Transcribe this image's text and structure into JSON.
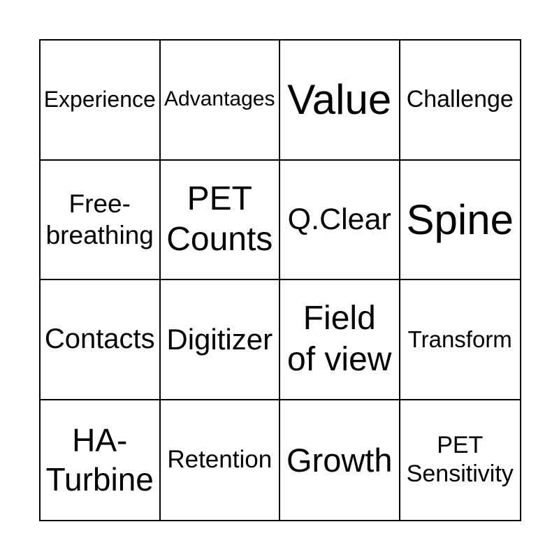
{
  "page": {
    "background_color": "#ffffff",
    "text_color": "#000000",
    "grid_border_color": "#000000"
  },
  "grid": {
    "rows": [
      {
        "cells": [
          {
            "label": "Experience",
            "lines": [
              "Experience"
            ]
          },
          {
            "label": "Advantages",
            "lines": [
              "Advantages"
            ]
          },
          {
            "label": "Value",
            "lines": [
              "Value"
            ]
          },
          {
            "label": "Challenge",
            "lines": [
              "Challenge"
            ]
          }
        ]
      },
      {
        "cells": [
          {
            "label": "Free-breathing",
            "lines": [
              "Free-",
              "breathing"
            ]
          },
          {
            "label": "PET Counts",
            "lines": [
              "PET",
              "Counts"
            ]
          },
          {
            "label": "Q.Clear",
            "lines": [
              "Q.Clear"
            ]
          },
          {
            "label": "Spine",
            "lines": [
              "Spine"
            ]
          }
        ]
      },
      {
        "cells": [
          {
            "label": "Contacts",
            "lines": [
              "Contacts"
            ]
          },
          {
            "label": "Digitizer",
            "lines": [
              "Digitizer"
            ]
          },
          {
            "label": "Field of view",
            "lines": [
              "Field",
              "of view"
            ]
          },
          {
            "label": "Transform",
            "lines": [
              "Transform"
            ]
          }
        ]
      },
      {
        "cells": [
          {
            "label": "HA-Turbine",
            "lines": [
              "HA-",
              "Turbine"
            ]
          },
          {
            "label": "Retention",
            "lines": [
              "Retention"
            ]
          },
          {
            "label": "Growth",
            "lines": [
              "Growth"
            ]
          },
          {
            "label": "PET Sensitivity",
            "lines": [
              "PET",
              "Sensitivity"
            ]
          }
        ]
      }
    ]
  }
}
